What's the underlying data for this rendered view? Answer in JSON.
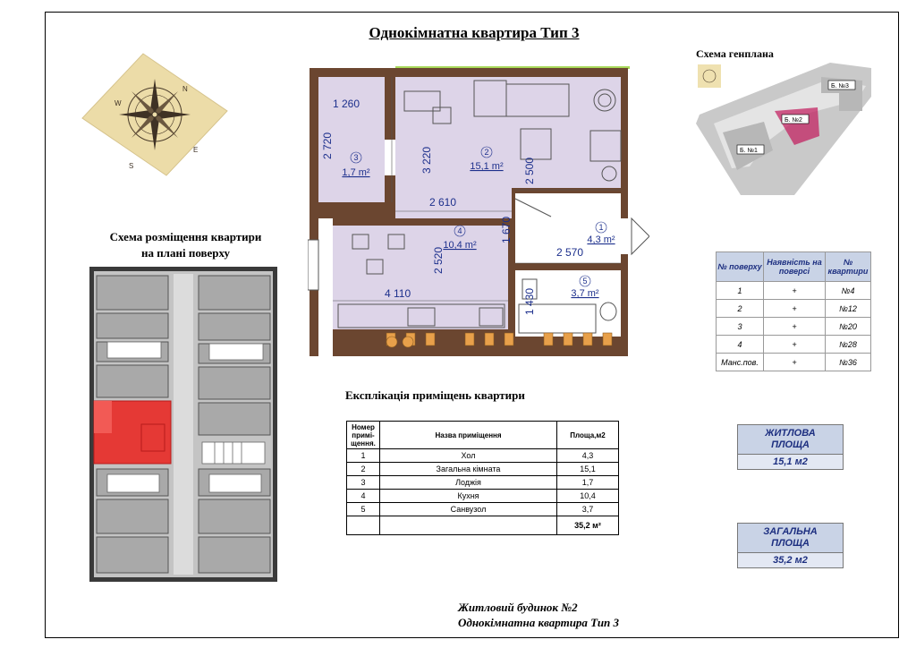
{
  "page": {
    "title": "Однокімнатна квартира Тип 3",
    "footer_line1": "Житловий будинок №2",
    "footer_line2": "Однокімнатна квартира Тип 3"
  },
  "compass": {
    "n": "N",
    "e": "E",
    "s": "S",
    "w": "W"
  },
  "floor_scheme": {
    "title_line1": "Схема розміщення квартири",
    "title_line2": "на плані поверху"
  },
  "site_plan": {
    "title": "Схема генплана",
    "buildings": [
      "Б. №1",
      "Б. №2",
      "Б. №3"
    ]
  },
  "plan": {
    "rooms": [
      {
        "num": "1",
        "area": "4,3 m²"
      },
      {
        "num": "2",
        "area": "15,1 m²"
      },
      {
        "num": "3",
        "area": "1,7 m²"
      },
      {
        "num": "4",
        "area": "10,4 m²"
      },
      {
        "num": "5",
        "area": "3,7 m²"
      }
    ],
    "dims": {
      "d1260": "1 260",
      "d2720": "2 720",
      "d3220": "3 220",
      "d2500": "2 500",
      "d2610": "2 610",
      "d1670": "1 670",
      "d2520": "2 520",
      "d2570": "2 570",
      "d4110": "4 110",
      "d1430": "1 430"
    }
  },
  "explication": {
    "title": "Експлікація приміщень квартири",
    "headers": [
      "Номер примі-щення.",
      "Назва приміщення",
      "Площа,м2"
    ],
    "rows": [
      {
        "num": "1",
        "name": "Хол",
        "area": "4,3"
      },
      {
        "num": "2",
        "name": "Загальна кімната",
        "area": "15,1"
      },
      {
        "num": "3",
        "name": "Лоджія",
        "area": "1,7"
      },
      {
        "num": "4",
        "name": "Кухня",
        "area": "10,4"
      },
      {
        "num": "5",
        "name": "Санвузол",
        "area": "3,7"
      }
    ],
    "total": "35,2 м²"
  },
  "floors_table": {
    "headers": [
      "№ поверху",
      "Наявність на поверсі",
      "№ квартири"
    ],
    "rows": [
      {
        "floor": "1",
        "present": "+",
        "apt": "№4"
      },
      {
        "floor": "2",
        "present": "+",
        "apt": "№12"
      },
      {
        "floor": "3",
        "present": "+",
        "apt": "№20"
      },
      {
        "floor": "4",
        "present": "+",
        "apt": "№28"
      },
      {
        "floor": "Манс.пов.",
        "present": "+",
        "apt": "№36"
      }
    ]
  },
  "living_area": {
    "label_line1": "ЖИТЛОВА",
    "label_line2": "ПЛОЩА",
    "value": "15,1 м2"
  },
  "total_area": {
    "label_line1": "ЗАГАЛЬНА",
    "label_line2": "ПЛОЩА",
    "value": "35,2 м2"
  },
  "colors": {
    "wall": "#6b4630",
    "room": "#ddd4e8",
    "highlight": "#e53935",
    "header_bg": "#c9d3e6",
    "header_text": "#1d2f80",
    "dim_text": "#1c2f8c"
  }
}
